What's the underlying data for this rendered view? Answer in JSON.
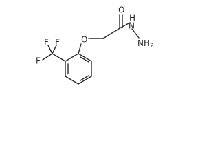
{
  "molecule": {
    "atoms": {
      "O_carbonyl": "O",
      "N_amide": "N",
      "H_amide": "H",
      "N_amine": "NH",
      "N_amine_subscript": "2",
      "O_ether": "O",
      "F1": "F",
      "F2": "F",
      "F3": "F"
    }
  }
}
